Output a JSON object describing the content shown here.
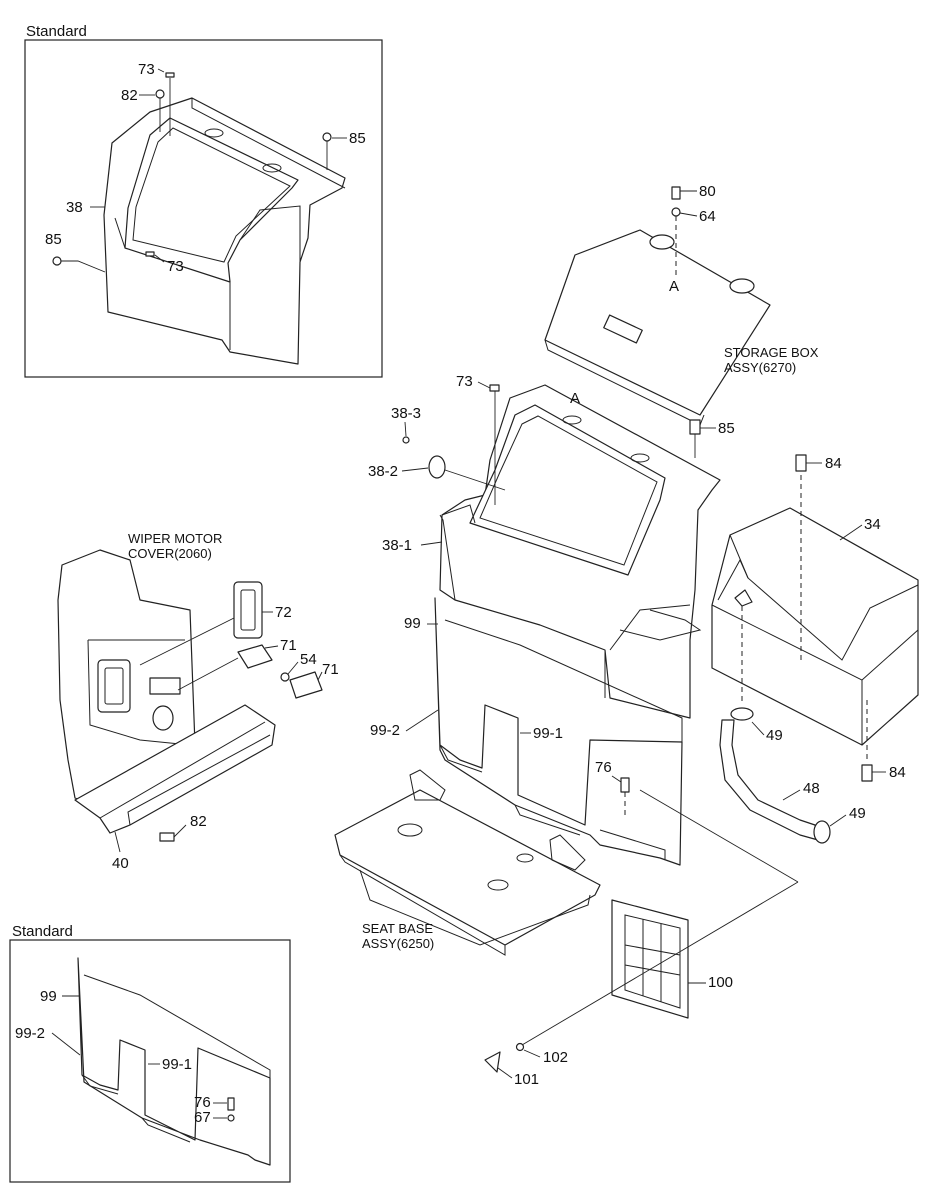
{
  "sections": {
    "top_standard": "Standard",
    "bottom_standard": "Standard"
  },
  "captions": {
    "storage_box_1": "STORAGE BOX",
    "storage_box_2": "ASSY(6270)",
    "wiper_1": "WIPER MOTOR",
    "wiper_2": "COVER(2060)",
    "seat_base_1": "SEAT BASE",
    "seat_base_2": "ASSY(6250)"
  },
  "callouts": {
    "top_73a": "73",
    "top_82": "82",
    "top_85r": "85",
    "top_38": "38",
    "top_85l": "85",
    "top_73b": "73",
    "c_80": "80",
    "c_64": "64",
    "c_a1": "A",
    "c_73": "73",
    "c_a2": "A",
    "c_85": "85",
    "c_38_3": "38-3",
    "c_38_2": "38-2",
    "c_38_1": "38-1",
    "c_84a": "84",
    "c_34": "34",
    "c_99": "99",
    "c_99_2": "99-2",
    "c_99_1": "99-1",
    "c_49a": "49",
    "c_76": "76",
    "c_48": "48",
    "c_84b": "84",
    "c_49b": "49",
    "c_100": "100",
    "c_102": "102",
    "c_101": "101",
    "w_72": "72",
    "w_71a": "71",
    "w_54": "54",
    "w_71b": "71",
    "w_82": "82",
    "w_40": "40",
    "b_99": "99",
    "b_99_2": "99-2",
    "b_99_1": "99-1",
    "b_76": "76",
    "b_67": "67"
  }
}
